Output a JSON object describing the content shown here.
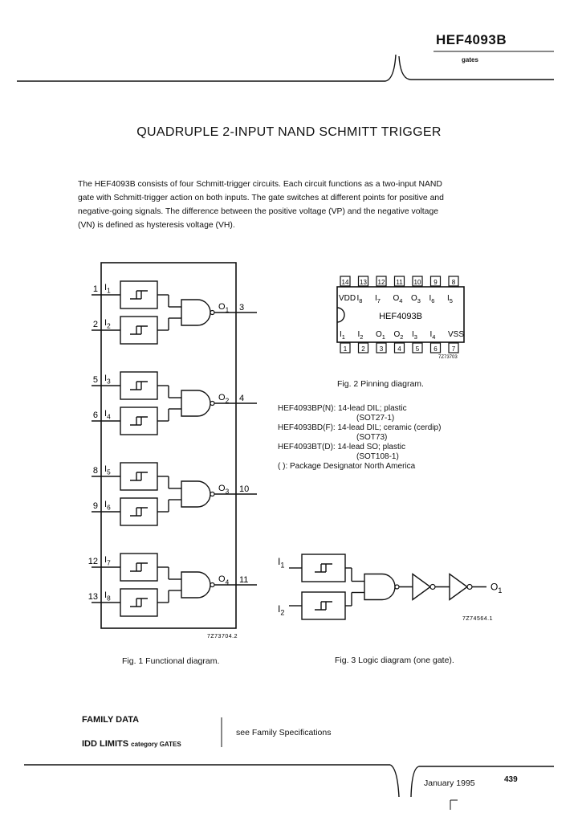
{
  "header": {
    "part_number": "HEF4093B",
    "family": "gates"
  },
  "title": "QUADRUPLE 2-INPUT NAND SCHMITT TRIGGER",
  "intro_lines": [
    "The HEF4093B consists of four Schmitt-trigger circuits. Each circuit functions as a two-input NAND",
    "gate with Schmitt-trigger action on both inputs. The gate switches at different points for positive and",
    "negative-going signals. The difference between the positive voltage (VP) and the negative voltage",
    "(VN)  is defined as hysteresis voltage (VH)."
  ],
  "fig1": {
    "caption": "Fig. 1  Functional diagram.",
    "code": "7Z73704.2",
    "gates": [
      {
        "in_a_pin": "1",
        "in_a": "I1",
        "in_b_pin": "2",
        "in_b": "I2",
        "out": "O1",
        "out_pin": "3"
      },
      {
        "in_a_pin": "5",
        "in_a": "I3",
        "in_b_pin": "6",
        "in_b": "I4",
        "out": "O2",
        "out_pin": "4"
      },
      {
        "in_a_pin": "8",
        "in_a": "I5",
        "in_b_pin": "9",
        "in_b": "I6",
        "out": "O3",
        "out_pin": "10"
      },
      {
        "in_a_pin": "12",
        "in_a": "I7",
        "in_b_pin": "13",
        "in_b": "I8",
        "out": "O4",
        "out_pin": "11"
      }
    ]
  },
  "fig2": {
    "caption": "Fig. 2  Pinning diagram.",
    "code": "7Z73703",
    "chip_label": "HEF4093B",
    "top_pins": [
      "14",
      "13",
      "12",
      "11",
      "10",
      "9",
      "8"
    ],
    "top_labels": [
      "VDD",
      "I8",
      "I7",
      "O4",
      "O3",
      "I6",
      "I5"
    ],
    "bottom_pins": [
      "1",
      "2",
      "3",
      "4",
      "5",
      "6",
      "7"
    ],
    "bottom_labels": [
      "I1",
      "I2",
      "O1",
      "O2",
      "I3",
      "I4",
      "VSS"
    ]
  },
  "packages": [
    {
      "part": "HEF4093BP(N):",
      "desc": "14-lead DIL; plastic",
      "outline": "(SOT27-1)"
    },
    {
      "part": "HEF4093BD(F):",
      "desc": "14-lead DIL; ceramic (cerdip)",
      "outline": "(SOT73)"
    },
    {
      "part": "HEF4093BT(D):",
      "desc": "14-lead SO; plastic",
      "outline": "(SOT108-1)"
    }
  ],
  "designator_note": "( ): Package Designator North America",
  "fig3": {
    "caption": "Fig. 3  Logic diagram (one gate).",
    "code": "7Z74564.1",
    "in_a": "I1",
    "in_b": "I2",
    "out": "O1"
  },
  "footer": {
    "family_data": "FAMILY DATA",
    "idd_main": "IDD LIMITS",
    "idd_small": "category GATES",
    "see": "see Family Specifications",
    "date": "January 1995",
    "page": "439"
  }
}
